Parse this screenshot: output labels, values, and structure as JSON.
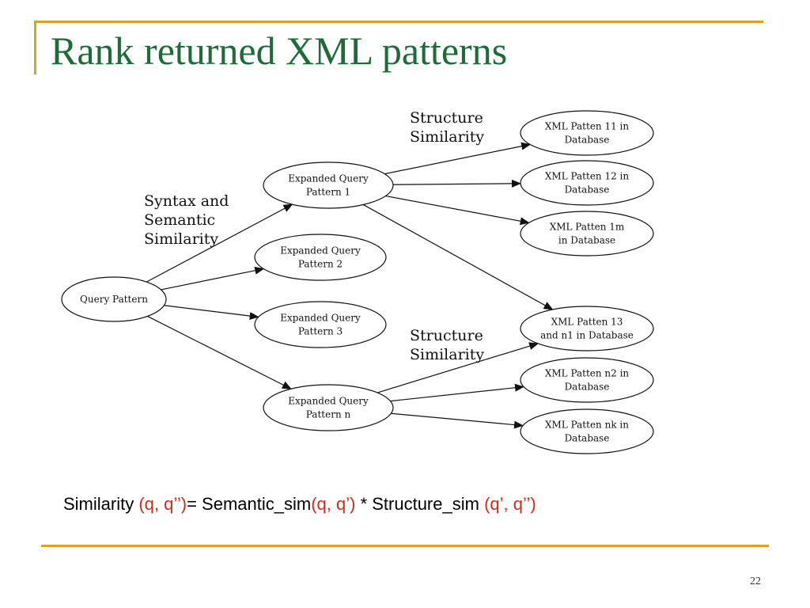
{
  "slide": {
    "title": "Rank returned XML patterns",
    "page_number": "22",
    "accent_color": "#d9a327",
    "title_color": "#1e6b3a",
    "formula_highlight_color": "#d42a16"
  },
  "diagram": {
    "nodes": {
      "query": [
        "Query Pattern"
      ],
      "eq1": [
        "Expanded Query",
        "Pattern 1"
      ],
      "eq2": [
        "Expanded Query",
        "Pattern 2"
      ],
      "eq3": [
        "Expanded Query",
        "Pattern 3"
      ],
      "eqn": [
        "Expanded Query",
        "Pattern n"
      ],
      "x11": [
        "XML Patten 11 in",
        "Database"
      ],
      "x12": [
        "XML Patten 12 in",
        "Database"
      ],
      "x1m": [
        "XML Patten 1m",
        "in Database"
      ],
      "x13": [
        "XML Patten 13",
        "and n1 in Database"
      ],
      "xn2": [
        "XML Patten n2 in",
        "Database"
      ],
      "xnk": [
        "XML Patten nk in",
        "Database"
      ]
    },
    "edges": [
      [
        "query",
        "eq1"
      ],
      [
        "query",
        "eq2"
      ],
      [
        "query",
        "eq3"
      ],
      [
        "query",
        "eqn"
      ],
      [
        "eq1",
        "x11"
      ],
      [
        "eq1",
        "x12"
      ],
      [
        "eq1",
        "x1m"
      ],
      [
        "eq1",
        "x13"
      ],
      [
        "eqn",
        "x13"
      ],
      [
        "eqn",
        "xn2"
      ],
      [
        "eqn",
        "xnk"
      ]
    ],
    "labels": {
      "syntax": [
        "Syntax and",
        "Semantic",
        "Similarity"
      ],
      "structure_top": [
        "Structure",
        "Similarity"
      ],
      "structure_bottom": [
        "Structure",
        "Similarity"
      ]
    }
  },
  "formula": {
    "p1": "Similarity ",
    "p2": "(q, q’’)",
    "p3": "=  Semantic_sim",
    "p4": "(q, q’)",
    "p5": " * Structure_sim ",
    "p6": "(q’, q’’)"
  }
}
